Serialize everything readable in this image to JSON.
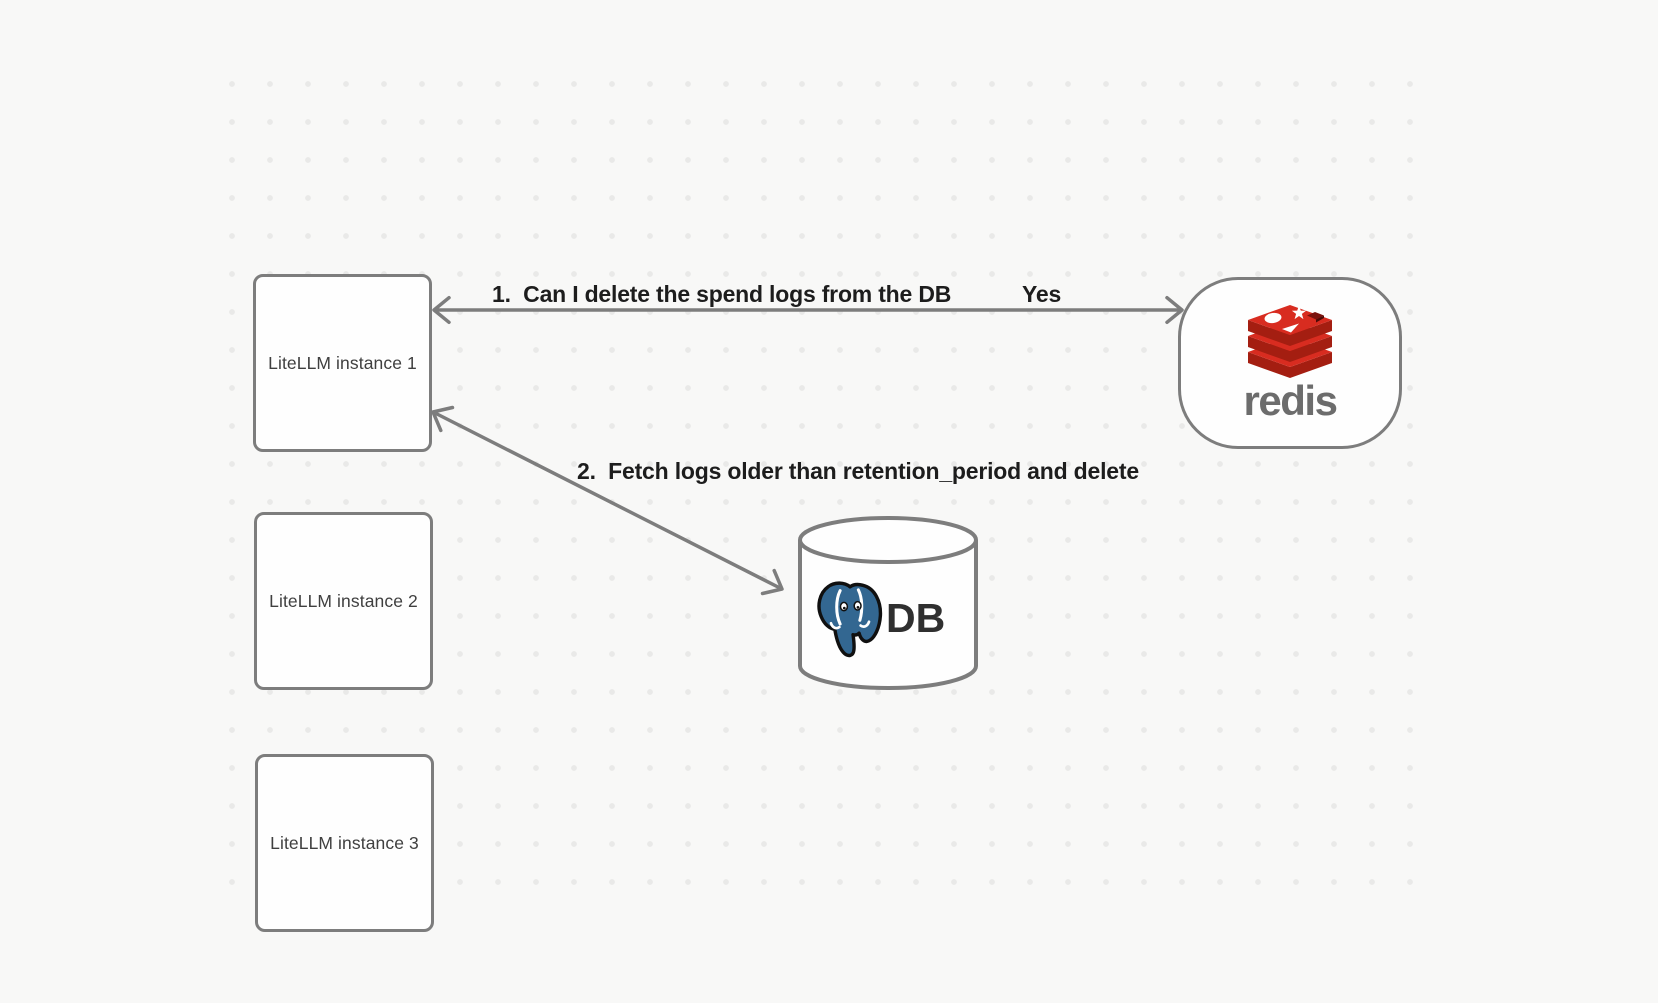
{
  "canvas": {
    "background": "#f8f8f7",
    "dot_color": "#e9e9e8"
  },
  "nodes": {
    "instance1": {
      "label": "LiteLLM instance 1"
    },
    "instance2": {
      "label": "LiteLLM instance 2"
    },
    "instance3": {
      "label": "LiteLLM instance 3"
    },
    "redis": {
      "label": "redis",
      "logo": "redis-stack-logo",
      "logo_red": "#D82C20",
      "logo_dark_red": "#A41E11",
      "wordmark_color": "#6C6C6C"
    },
    "db": {
      "label": "DB",
      "logo": "postgresql-elephant-logo",
      "postgres_blue": "#336791"
    }
  },
  "arrows": {
    "arrow1": {
      "label": "1.  Can I delete the spend logs from the DB",
      "response": "Yes",
      "between": [
        "instance1",
        "redis"
      ],
      "double_headed": true
    },
    "arrow2": {
      "label": "2.  Fetch logs older than retention_period and delete",
      "between": [
        "instance1",
        "db"
      ],
      "double_headed": true
    }
  },
  "style": {
    "stroke_color": "#7D7D7D",
    "label_color": "#1D1D1D",
    "node_text_color": "#3F3F3F"
  }
}
